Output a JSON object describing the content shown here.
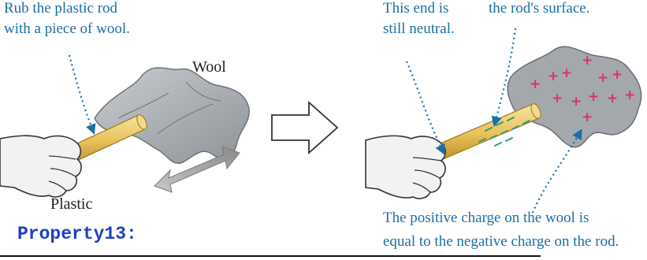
{
  "left_panel": {
    "instruction_line1": "Rub the plastic rod",
    "instruction_line2": "with a piece of wool.",
    "wool_label": "Wool",
    "plastic_label": "Plastic"
  },
  "right_panel": {
    "neutral_line1": "This end is",
    "neutral_line2": "still neutral.",
    "surface_line": "the rod's surface.",
    "charge_line1": "The positive charge on the wool is",
    "charge_line2": "equal to the negative charge on the rod.",
    "plus_symbol": "+"
  },
  "footer": {
    "property_label": "Property13:"
  },
  "colors": {
    "label_text": "#1a6fa6",
    "property_text": "#1d3fc4",
    "rod": "#e9c25a",
    "wool": "#9ea3a8",
    "plus_marks": "#d6336c",
    "minus_marks": "#2f9e6a",
    "pointer_arrows": "#1a6fa6"
  },
  "icons": [
    "hand-icon",
    "wool-icon",
    "rod-icon",
    "transfer-arrow-icon",
    "motion-arrow-icon"
  ]
}
